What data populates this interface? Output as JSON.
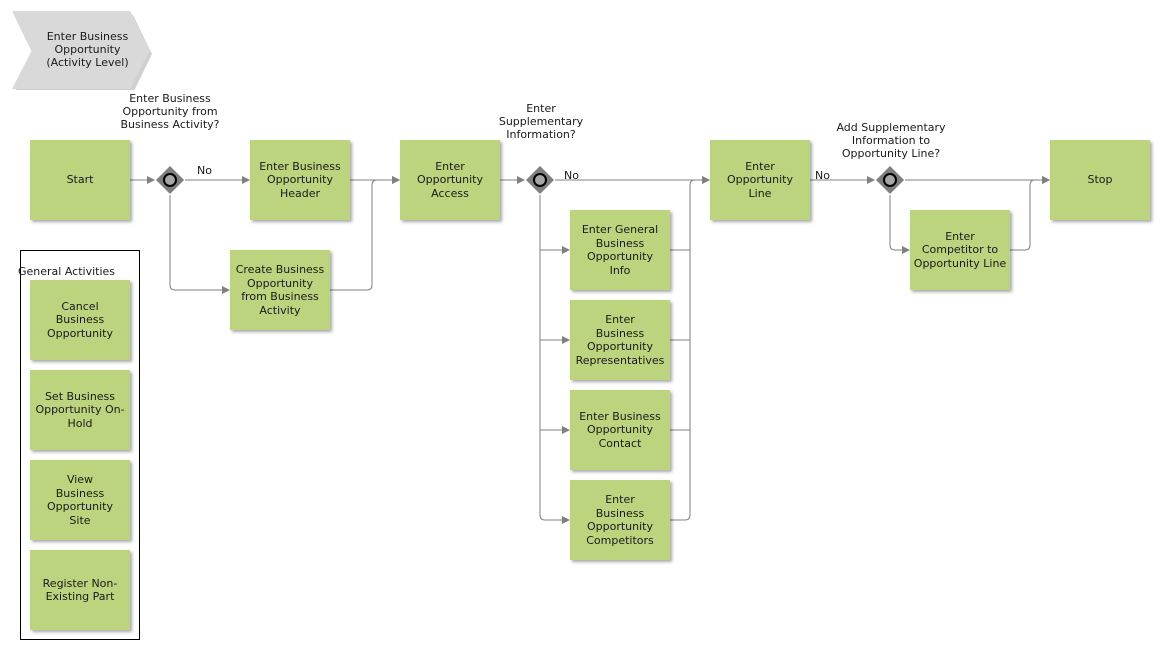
{
  "header": {
    "title": "Enter Business\nOpportunity\n(Activity Level)"
  },
  "gateway_questions": {
    "g1": "Enter Business\nOpportunity from\nBusiness Activity?",
    "g2": "Enter\nSupplementary\nInformation?",
    "g3": "Add Supplementary\nInformation to\nOpportunity Line?"
  },
  "edge_labels": {
    "no1": "No",
    "no2": "No",
    "no3": "No"
  },
  "activities": {
    "start": "Start",
    "enter_header": "Enter Business\nOpportunity\nHeader",
    "create_from_activity": "Create Business\nOpportunity\nfrom Business\nActivity",
    "enter_access": "Enter\nOpportunity\nAccess",
    "enter_general_info": "Enter General\nBusiness\nOpportunity\nInfo",
    "enter_representatives": "Enter\nBusiness\nOpportunity\nRepresentatives",
    "enter_contact": "Enter Business\nOpportunity\nContact",
    "enter_competitors": "Enter\nBusiness\nOpportunity\nCompetitors",
    "enter_line": "Enter\nOpportunity\nLine",
    "enter_competitor_line": "Enter\nCompetitor to\nOpportunity Line",
    "stop": "Stop"
  },
  "general_activities": {
    "title": "General Activities",
    "items": [
      "Cancel\nBusiness\nOpportunity",
      "Set Business\nOpportunity On-\nHold",
      "View\nBusiness\nOpportunity\nSite",
      "Register Non-\nExisting Part"
    ]
  },
  "colors": {
    "activity_fill": "#bdd47e",
    "connector": "#808080",
    "gateway": "#7f7f7f",
    "chevron": "#d9d9d9"
  }
}
